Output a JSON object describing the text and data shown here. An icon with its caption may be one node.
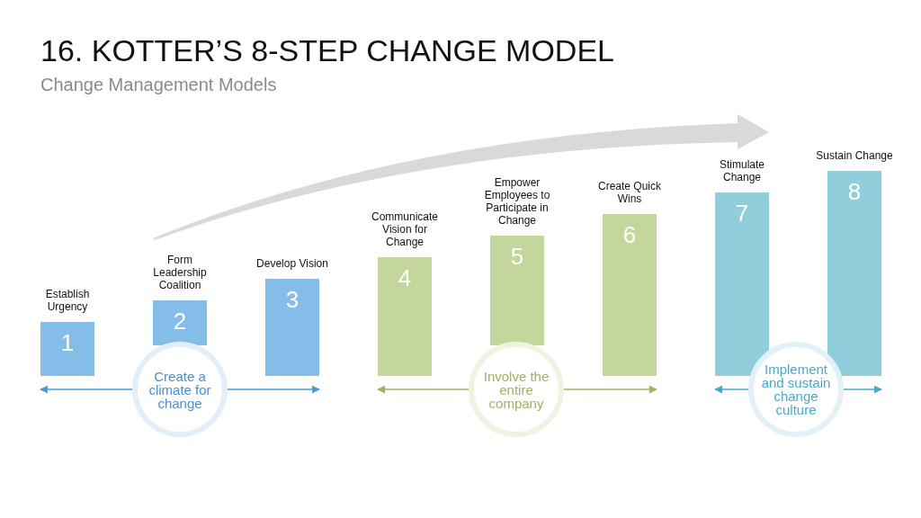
{
  "diagram": {
    "title": "16. KOTTER’S 8-STEP CHANGE MODEL",
    "nodes": [
      {
        "text": [
          "1"
        ],
        "beside": [
          "Establish Urgency"
        ]
      },
      {
        "text": [
          "2"
        ],
        "beside": [
          "Form Leadership Coalition"
        ]
      },
      {
        "text": [
          "3"
        ],
        "beside": [
          "Develop Vision"
        ]
      },
      {
        "text": [
          "4"
        ],
        "beside": [
          "Communicate Vision for Change"
        ]
      },
      {
        "text": [
          "5"
        ],
        "beside": [
          "Empower Employees to Participate in Change"
        ]
      },
      {
        "text": [
          "6"
        ],
        "beside": [
          "Create Quick Wins"
        ]
      },
      {
        "text": [
          "7"
        ],
        "beside": [
          "Stimulate Change"
        ]
      },
      {
        "text": [
          "8"
        ],
        "beside": [
          "Sustain Change"
        ]
      },
      {
        "text": [
          "Create a climate for change"
        ]
      },
      {
        "text": [
          "Involve the entire company"
        ]
      },
      {
        "text": [
          "Implement and sustain change culture"
        ]
      }
    ],
    "edges": [
      {
        "from": 8,
        "to": 0,
        "arrow": "to",
        "color": "#4a9ad8"
      },
      {
        "from": 8,
        "to": 2,
        "arrow": "to",
        "color": "#4a9ad8"
      },
      {
        "from": 9,
        "to": 3,
        "arrow": "to",
        "color": "#9bb560"
      },
      {
        "from": 9,
        "to": 5,
        "arrow": "to",
        "color": "#9bb560"
      },
      {
        "from": 10,
        "to": 6,
        "arrow": "to",
        "color": "#4aa8c8"
      },
      {
        "from": 10,
        "to": 7,
        "arrow": "to",
        "color": "#4aa8c8"
      }
    ],
    "labels": [
      "Change Management Models"
    ]
  }
}
